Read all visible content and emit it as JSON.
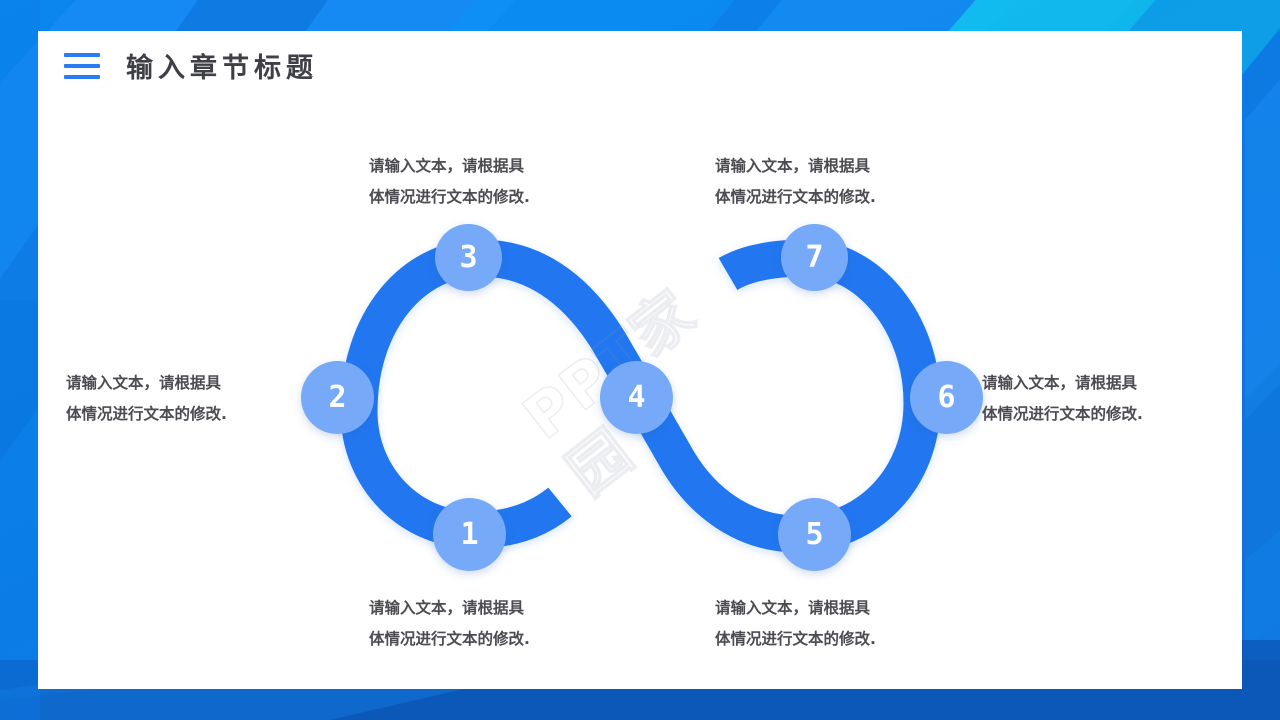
{
  "slide": {
    "title": "输入章节标题",
    "menu_icon": "hamburger-icon",
    "watermark_text": "PPT家园",
    "card_bg": "#ffffff",
    "background_color": "#0c7ce8"
  },
  "diagram": {
    "type": "infinity-loop-process",
    "ribbon_color": "#2377f0",
    "node_color": "#76aaf8",
    "node_text_color": "#ffffff",
    "nodes": [
      {
        "number": "1",
        "label": "请输入文本，请根据具",
        "label_line2": "体情况进行文本的修改."
      },
      {
        "number": "2",
        "label": "请输入文本，请根据具",
        "label_line2": "体情况进行文本的修改."
      },
      {
        "number": "3",
        "label": "请输入文本，请根据具",
        "label_line2": "体情况进行文本的修改."
      },
      {
        "number": "4",
        "label": "",
        "label_line2": ""
      },
      {
        "number": "5",
        "label": "请输入文本，请根据具",
        "label_line2": "体情况进行文本的修改."
      },
      {
        "number": "6",
        "label": "请输入文本，请根据具",
        "label_line2": "体情况进行文本的修改."
      },
      {
        "number": "7",
        "label": "请输入文本，请根据具",
        "label_line2": "体情况进行文本的修改."
      }
    ],
    "captions": [
      {
        "id": "caption-top-left",
        "line1": "请输入文本，请根据具",
        "line2": "体情况进行文本的修改."
      },
      {
        "id": "caption-top-right",
        "line1": "请输入文本，请根据具",
        "line2": "体情况进行文本的修改."
      },
      {
        "id": "caption-mid-left",
        "line1": "请输入文本，请根据具",
        "line2": "体情况进行文本的修改."
      },
      {
        "id": "caption-mid-right",
        "line1": "请输入文本，请根据具",
        "line2": "体情况进行文本的修改."
      },
      {
        "id": "caption-bottom-left",
        "line1": "请输入文本，请根据具",
        "line2": "体情况进行文本的修改."
      },
      {
        "id": "caption-bottom-right",
        "line1": "请输入文本，请根据具",
        "line2": "体情况进行文本的修改."
      }
    ]
  }
}
